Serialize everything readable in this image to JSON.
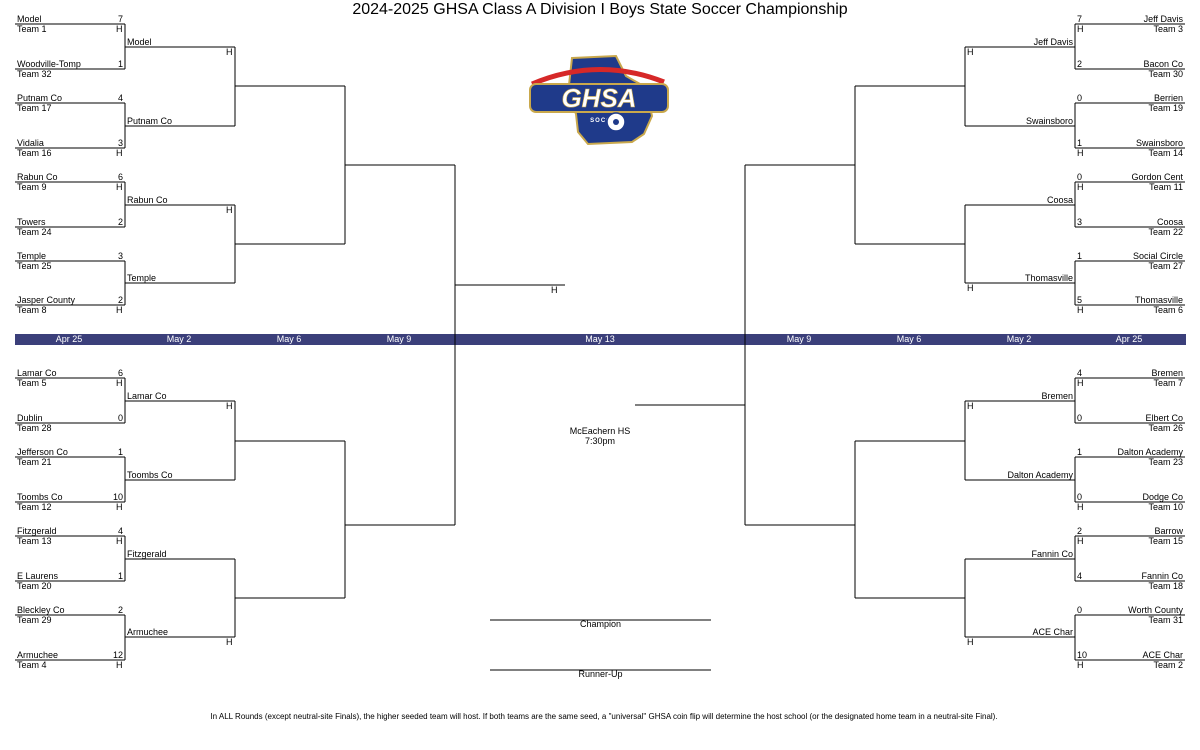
{
  "title": "2024-2025 GHSA Class A Division I Boys State Soccer Championship",
  "colors": {
    "round_bar": "#3b3f7a",
    "logo_blue": "#1f3a8a",
    "logo_red": "#d62828",
    "logo_gold": "#c9a84c"
  },
  "logo": {
    "text": "GHSA",
    "subtext": "SOCCER"
  },
  "home_mark": "H",
  "rounds": {
    "left": [
      "Apr 25",
      "May 2",
      "May 6",
      "May 9"
    ],
    "center": "May 13",
    "right": [
      "May 9",
      "May 6",
      "May 2",
      "Apr 25"
    ]
  },
  "left_top": {
    "r1": [
      {
        "team": "Model",
        "seed": "Team 1",
        "score": "7",
        "home": true
      },
      {
        "team": "Woodville-Tomp",
        "seed": "Team 32",
        "score": "1",
        "home": false
      },
      {
        "team": "Putnam  Co",
        "seed": "Team 17",
        "score": "4",
        "home": false
      },
      {
        "team": "Vidalia",
        "seed": "Team 16",
        "score": "3",
        "home": true
      },
      {
        "team": "Rabun Co",
        "seed": "Team 9",
        "score": "6",
        "home": true
      },
      {
        "team": "Towers",
        "seed": "Team 24",
        "score": "2",
        "home": false
      },
      {
        "team": "Temple",
        "seed": "Team 25",
        "score": "3",
        "home": false
      },
      {
        "team": "Jasper County",
        "seed": "Team 8",
        "score": "2",
        "home": true
      }
    ],
    "r2": [
      {
        "team": "Model",
        "home": true
      },
      {
        "team": "Putnam  Co",
        "home": false
      },
      {
        "team": "Rabun Co",
        "home": true
      },
      {
        "team": "Temple",
        "home": false
      }
    ]
  },
  "left_bottom": {
    "r1": [
      {
        "team": "Lamar Co",
        "seed": "Team 5",
        "score": "6",
        "home": true
      },
      {
        "team": "Dublin",
        "seed": "Team 28",
        "score": "0",
        "home": false
      },
      {
        "team": "Jefferson Co",
        "seed": "Team 21",
        "score": "1",
        "home": false
      },
      {
        "team": "Toombs Co",
        "seed": "Team 12",
        "score": "10",
        "home": true
      },
      {
        "team": "Fitzgerald",
        "seed": "Team 13",
        "score": "4",
        "home": true
      },
      {
        "team": "E Laurens",
        "seed": "Team 20",
        "score": "1",
        "home": false
      },
      {
        "team": "Bleckley Co",
        "seed": "Team 29",
        "score": "2",
        "home": false
      },
      {
        "team": "Armuchee",
        "seed": "Team 4",
        "score": "12",
        "home": true
      }
    ],
    "r2": [
      {
        "team": "Lamar Co",
        "home": true
      },
      {
        "team": "Toombs Co",
        "home": false
      },
      {
        "team": "Fitzgerald",
        "home": false
      },
      {
        "team": "Armuchee",
        "home": true
      }
    ]
  },
  "right_top": {
    "r1": [
      {
        "team": "Jeff Davis",
        "seed": "Team 3",
        "score": "7",
        "home": true
      },
      {
        "team": "Bacon Co",
        "seed": "Team 30",
        "score": "2",
        "home": false
      },
      {
        "team": "Berrien",
        "seed": "Team 19",
        "score": "0",
        "home": false
      },
      {
        "team": "Swainsboro",
        "seed": "Team 14",
        "score": "1",
        "home": true
      },
      {
        "team": "Gordon Cent",
        "seed": "Team 11",
        "score": "0",
        "home": true
      },
      {
        "team": "Coosa",
        "seed": "Team 22",
        "score": "3",
        "home": false
      },
      {
        "team": "Social Circle",
        "seed": "Team 27",
        "score": "1",
        "home": false
      },
      {
        "team": "Thomasville",
        "seed": "Team 6",
        "score": "5",
        "home": true
      }
    ],
    "r2": [
      {
        "team": "Jeff Davis",
        "home": true
      },
      {
        "team": "Swainsboro",
        "home": false
      },
      {
        "team": "Coosa",
        "home": false
      },
      {
        "team": "Thomasville",
        "home": true
      }
    ]
  },
  "right_bottom": {
    "r1": [
      {
        "team": "Bremen",
        "seed": "Team 7",
        "score": "4",
        "home": true
      },
      {
        "team": "Elbert Co",
        "seed": "Team 26",
        "score": "0",
        "home": false
      },
      {
        "team": "Dalton Academy",
        "seed": "Team 23",
        "score": "1",
        "home": false
      },
      {
        "team": "Dodge Co",
        "seed": "Team 10",
        "score": "0",
        "home": true
      },
      {
        "team": "Barrow",
        "seed": "Team 15",
        "score": "2",
        "home": true
      },
      {
        "team": "Fannin Co",
        "seed": "Team 18",
        "score": "4",
        "home": false
      },
      {
        "team": "Worth County",
        "seed": "Team 31",
        "score": "0",
        "home": false
      },
      {
        "team": "ACE Char",
        "seed": "Team 2",
        "score": "10",
        "home": true
      }
    ],
    "r2": [
      {
        "team": "Bremen",
        "home": true
      },
      {
        "team": "Dalton Academy",
        "home": false
      },
      {
        "team": "Fannin Co",
        "home": false
      },
      {
        "team": "ACE Char",
        "home": true
      }
    ]
  },
  "final": {
    "venue": "McEachern HS",
    "time": "7:30pm",
    "champion_label": "Champion",
    "runner_up_label": "Runner-Up"
  },
  "footnote": "In ALL Rounds (except neutral-site Finals), the higher seeded team will host. If both teams are the same seed, a \"universal\" GHSA coin flip will determine the host school (or the designated home team in a neutral-site Final)."
}
